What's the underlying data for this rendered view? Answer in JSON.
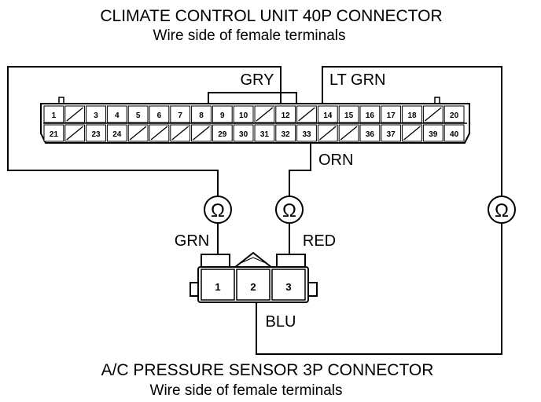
{
  "title": {
    "top_line1": "CLIMATE CONTROL UNIT 40P CONNECTOR",
    "top_line2": "Wire side of female terminals",
    "bottom_line1": "A/C PRESSURE SENSOR 3P CONNECTOR",
    "bottom_line2": "Wire side of female terminals"
  },
  "wires": {
    "gry": "GRY",
    "lt_grn": "LT GRN",
    "orn": "ORN",
    "grn": "GRN",
    "red": "RED",
    "blu": "BLU"
  },
  "ecu_connector": {
    "row1": [
      "1",
      "/",
      "3",
      "4",
      "5",
      "6",
      "7",
      "8",
      "9",
      "10",
      "/",
      "12",
      "/",
      "14",
      "15",
      "16",
      "17",
      "18",
      "/",
      "20"
    ],
    "row2": [
      "21",
      "/",
      "23",
      "24",
      "/",
      "/",
      "/",
      "/",
      "29",
      "30",
      "31",
      "32",
      "33",
      "/",
      "/",
      "36",
      "37",
      "/",
      "39",
      "40"
    ]
  },
  "sensor_connector": {
    "terminals": [
      "1",
      "2",
      "3"
    ]
  },
  "meter": {
    "symbol": "Ω",
    "icon": "ohmmeter-icon"
  }
}
